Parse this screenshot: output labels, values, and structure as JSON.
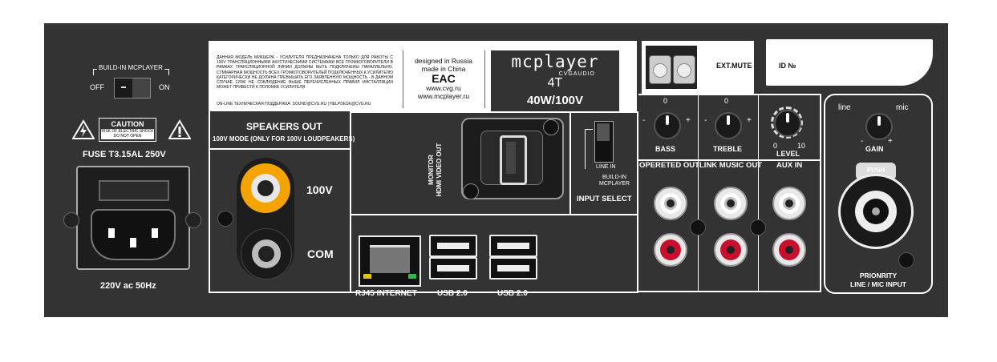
{
  "colors": {
    "panel": "#333333",
    "accent_orange": "#f5a300",
    "rca_red": "#c8102e",
    "text": "#ffffff"
  },
  "power": {
    "switch_title": "BUILD-IN MCPLAYER",
    "switch_off": "OFF",
    "switch_on": "ON",
    "caution_title": "CAUTION",
    "caution_line1": "RISK OF ELECTRIC SHOCK",
    "caution_line2": "DO NOT OPEN",
    "fuse": "FUSE T3.15AL 250V",
    "mains": "220V ac 50Hz"
  },
  "info_label": {
    "warning_text": "ДАННАЯ МОДЕЛЬ МИКШЕРА - УСИЛИТЕЛЯ ПРЕДНАЗНАЧЕНА ТОЛЬКО ДЛЯ РАБОТЫ С 100V ТРАНСЛЯЦИОННЫМИ АКУСТИЧЕСКИМИ СИСТЕМАМИ ВСЕ ГРОМКОГОВОРИТЕЛИ В РАМКАХ ТРАНСЛЯЦИОННОЙ ЛИНИИ ДОЛЖНЫ БЫТЬ ПОДКЛЮЧЕНЫ ПАРАЛЛЕЛЬНО. СУММАРНАЯ МОЩНОСТЬ ВСЕХ ГРОМКОГОВОРИТЕЛЕЙ ПОДКЛЮЧЕННЫХ К УСИЛИТЕЛЮ КАТЕГОРИЧЕСКИ НЕ ДОЛЖНА ПРЕВЫШАТЬ ЕГО ЗАЯВЛЕННУЮ МОЩНОСТЬ - В ДАННОМ СЛУЧАЕ 120W НЕ СОБЛЮДЕНИЕ ВЫШЕ ПЕРЕЧИСЛЕННЫХ ПРАВИЛ ИНСТАЛЛЯЦИИ МОЖЕТ ПРИВЕСТИ К ПОЛОМКЕ УСИЛИТЕЛЯ",
    "support_text": "ON-LINE ТЕХНИЧЕСКАЯ ПОДДЕРЖКА: SOUND@CVG.RU | HELPDESK@CVG.RU",
    "designed_line1": "designed in Russia",
    "designed_line2": "made in China",
    "eac_mark": "EAC",
    "url1": "www.cvg.ru",
    "url2": "www.mcplayer.ru"
  },
  "brand": {
    "logo": "mcplayer",
    "sublogo": "CVGAUDIO",
    "model": "4T",
    "power": "40W/100V"
  },
  "speakers": {
    "title": "SPEAKERS OUT",
    "subtitle": "100V MODE (ONLY FOR 100V LOUDPEAKERS)",
    "terminal_100v": "100V",
    "terminal_com": "COM"
  },
  "hdmi": {
    "label_line1": "MONITOR",
    "label_line2": "HDMI VIDEO OUT"
  },
  "input_select": {
    "opt_line_in": "LINE IN",
    "opt_build_in_1": "BUILD-IN",
    "opt_build_in_2": "MCPLAYER",
    "title": "INPUT SELECT"
  },
  "network": {
    "rj45": "RJ45 INTERNET",
    "usb1": "USB 2.0",
    "usb2": "USB 2.0"
  },
  "ext_mute": "EXT.MUTE",
  "id_label": "ID №",
  "knobs": {
    "zero": "0",
    "minus": "-",
    "plus": "+",
    "bass": "BASS",
    "treble": "TREBLE",
    "level": "LEVEL",
    "level_min": "0",
    "level_max": "10"
  },
  "rca_sections": {
    "operated_out": "OPERETED OUT",
    "link_music_out": "LINK MUSIC OUT",
    "aux_in": "AUX IN"
  },
  "priority": {
    "line": "line",
    "mic": "mic",
    "gain": "GAIN",
    "push": "PUSH",
    "title_line1": "PRIONRITY",
    "title_line2": "LINE / MIC INPUT"
  }
}
